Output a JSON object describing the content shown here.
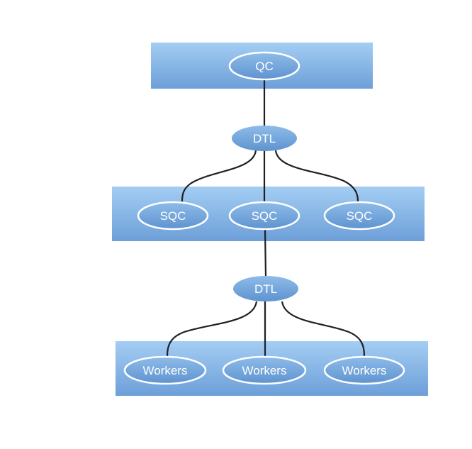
{
  "nodes": {
    "qc": "QC",
    "dtl_top": "DTL",
    "sqc": [
      "SQC",
      "SQC",
      "SQC"
    ],
    "dtl_bottom": "DTL",
    "workers": [
      "Workers",
      "Workers",
      "Workers"
    ]
  },
  "colors": {
    "box_top": "#a3cdf3",
    "box_bottom": "#6d9fd8",
    "line": "#1e2024",
    "ellipse_stroke": "#ffffff"
  }
}
